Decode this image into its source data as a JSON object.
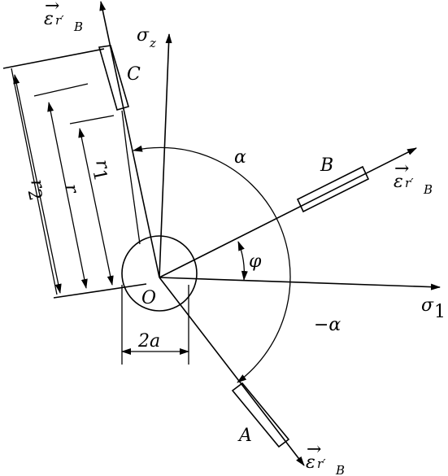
{
  "labels": {
    "sigma": "σ",
    "sub_z": "z",
    "sub_1": "1",
    "eps": "ε",
    "r_prime": "r′",
    "sub_B": "B",
    "vec": "→",
    "alpha": "α",
    "neg_alpha": "−α",
    "phi": "φ",
    "origin": "O",
    "gauge_A": "A",
    "gauge_B": "B",
    "gauge_C": "C",
    "r1": "r",
    "r1_sub": "1",
    "r": "r",
    "r2": "r",
    "r2_sub": "2",
    "hole_diameter": "2a"
  }
}
